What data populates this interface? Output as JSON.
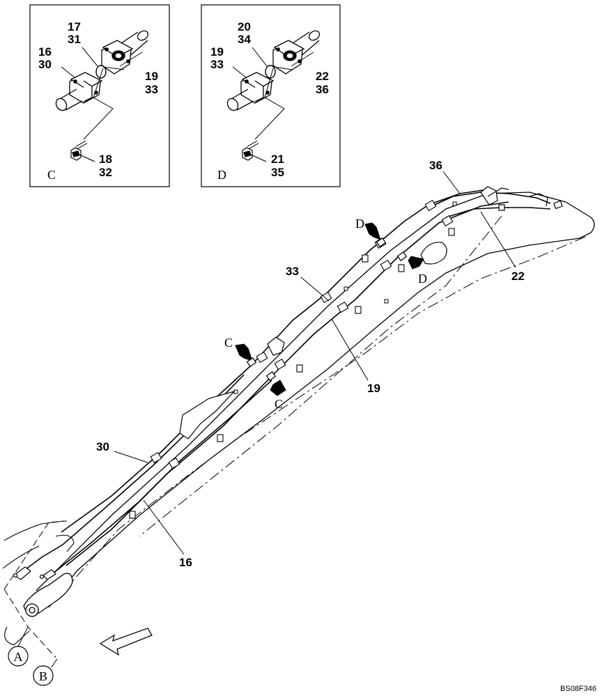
{
  "inset_c": {
    "letter": "C",
    "nums": [
      "17",
      "31",
      "16",
      "30",
      "19",
      "33",
      "18",
      "32"
    ]
  },
  "inset_d": {
    "letter": "D",
    "nums": [
      "20",
      "34",
      "19",
      "33",
      "22",
      "36",
      "21",
      "35"
    ]
  },
  "callouts": [
    "36",
    "33",
    "22",
    "19",
    "30",
    "16"
  ],
  "view_letters": [
    "D",
    "D",
    "C",
    "C"
  ],
  "circle_labels": [
    "A",
    "B"
  ],
  "drawing_code": "BS08F346"
}
